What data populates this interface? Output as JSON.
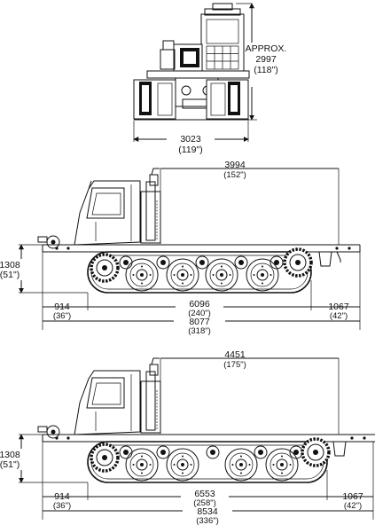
{
  "front_view": {
    "height_label": "APPROX.",
    "height_mm": "2997",
    "height_in": "(118\")",
    "width_mm": "3023",
    "width_in": "(119\")"
  },
  "side_view_short": {
    "top_mm": "3994",
    "top_in": "(152\")",
    "height_mm": "1308",
    "height_in": "(51\")",
    "front_overhang_mm": "914",
    "front_overhang_in": "(36\")",
    "track_length_mm": "6096",
    "track_length_in": "(240\")",
    "rear_overhang_mm": "1067",
    "rear_overhang_in": "(42\")",
    "overall_length_mm": "8077",
    "overall_length_in": "(318\")"
  },
  "side_view_long": {
    "top_mm": "4451",
    "top_in": "(175\")",
    "height_mm": "1308",
    "height_in": "(51\")",
    "front_overhang_mm": "914",
    "front_overhang_in": "(36\")",
    "track_length_mm": "6553",
    "track_length_in": "(258\")",
    "rear_overhang_mm": "1067",
    "rear_overhang_in": "(42\")",
    "overall_length_mm": "8534",
    "overall_length_in": "(336\")"
  }
}
